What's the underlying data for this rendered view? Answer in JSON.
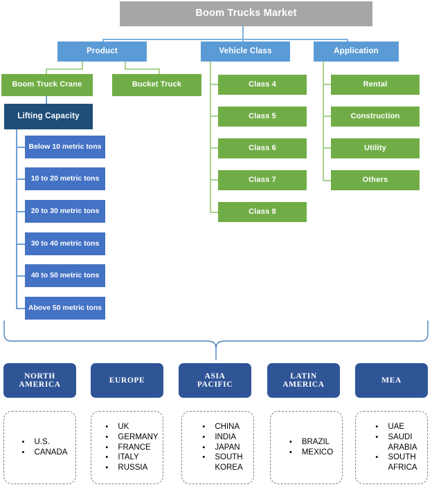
{
  "diagram": {
    "title": "Boom Trucks Market",
    "root": {
      "label": "Boom Trucks Market"
    },
    "colors": {
      "root": "#A6A6A6",
      "level1": "#5B9BD5",
      "green": "#70AD47",
      "navy": "#1F4E79",
      "blue": "#4472C4",
      "region_header": "#2F5597",
      "connector_blue": "#7EB0DE",
      "connector_green": "#A9D18E",
      "dashed_border": "#7F7F7F"
    },
    "branches": [
      {
        "label": "Product"
      },
      {
        "label": "Vehicle Class"
      },
      {
        "label": "Application"
      }
    ],
    "product_children": [
      {
        "label": "Boom Truck Crane"
      },
      {
        "label": "Bucket Truck"
      }
    ],
    "lifting_capacity": {
      "header": "Lifting Capacity",
      "items": [
        {
          "label": "Below 10 metric tons"
        },
        {
          "label": "10 to 20 metric tons"
        },
        {
          "label": "20 to 30 metric tons"
        },
        {
          "label": "30 to 40 metric tons"
        },
        {
          "label": "40 to 50 metric tons"
        },
        {
          "label": "Above 50 metric tons"
        }
      ]
    },
    "vehicle_class_items": [
      {
        "label": "Class 4"
      },
      {
        "label": "Class 5"
      },
      {
        "label": "Class 6"
      },
      {
        "label": "Class 7"
      },
      {
        "label": "Class 8"
      }
    ],
    "application_items": [
      {
        "label": "Rental"
      },
      {
        "label": "Construction"
      },
      {
        "label": "Utility"
      },
      {
        "label": "Others"
      }
    ],
    "regions": [
      {
        "name": "NORTH\nAMERICA",
        "countries": [
          "U.S.",
          "CANADA"
        ]
      },
      {
        "name": "EUROPE",
        "countries": [
          "UK",
          "GERMANY",
          "FRANCE",
          "ITALY",
          "RUSSIA"
        ]
      },
      {
        "name": "ASIA\nPACIFIC",
        "countries": [
          "CHINA",
          "INDIA",
          "JAPAN",
          "SOUTH\nKOREA"
        ]
      },
      {
        "name": "LATIN\nAMERICA",
        "countries": [
          "BRAZIL",
          "MEXICO"
        ]
      },
      {
        "name": "MEA",
        "countries": [
          "UAE",
          "SAUDI\nARABIA",
          "SOUTH\nAFRICA"
        ]
      }
    ]
  }
}
